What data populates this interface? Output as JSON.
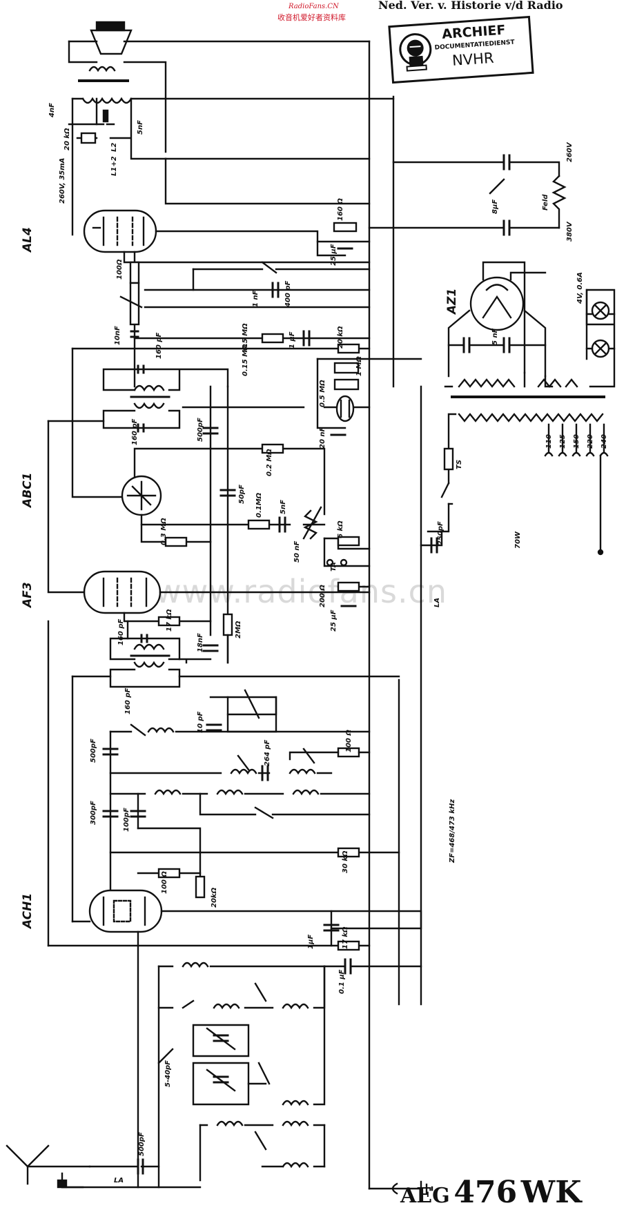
{
  "header": {
    "source_line1": "RadioFans.CN",
    "source_line2": "收音机爱好者资料库",
    "archive_title": "Ned. Ver. v. Historie v/d Radio"
  },
  "stamp": {
    "line1": "ARCHIEF",
    "line2": "DOCUMENTATIEDIENST",
    "line3": "NVHR"
  },
  "model": {
    "brand": "AEG",
    "number": "476",
    "suffix": "WK"
  },
  "watermark": "www.radiofans.cn",
  "tubes": [
    "AL4",
    "ABC1",
    "AF3",
    "ACH1",
    "AZ1"
  ],
  "labels": {
    "c_4nF": "4nF",
    "c_5nF": "5nF",
    "r_20k": "20 kΩ",
    "v_260_35": "260V, 35mA",
    "l2": "L2",
    "l1l2": "L1+2",
    "v_260": "260V",
    "c_8uF": "8µF",
    "feld": "Feld",
    "v_380": "380V",
    "r_160": "160 Ω",
    "c_25uF_a": "25 µF",
    "r_100": "100Ω",
    "c_1nF": "1 nF",
    "c_400pF": "400 pF",
    "c_10nF": "10nF",
    "r_05M_a": "0.5 MΩ",
    "c_1uF": "1 µF",
    "r_20k_b": "20 kΩ",
    "c_160pF_a": "160 pF",
    "r_015M": "0.15 MΩ",
    "r_1M": "1 MΩ",
    "r_05M_b": "0.5 MΩ",
    "c_20nF": "20 nF",
    "c_160pF_b": "160 pF",
    "c_500pF_a": "500pF",
    "r_02M": "0.2 MΩ",
    "c_50pF": "50pF",
    "r_01M": "0.1MΩ",
    "r_03M": "0.3 MΩ",
    "r_6k": "6 kΩ",
    "c_50nF": "50 nF",
    "ta": "TA",
    "r_200": "200 Ω",
    "c_25uF_b": "25 µF",
    "r_17k_a": "17 kΩ",
    "c_160pF_c": "160 pF",
    "c_18nF": "18nF",
    "r_2M": "2MΩ",
    "c_160pF_d": "160 pF",
    "c_10pF": "10 pF",
    "c_264pF": "264 pF",
    "r_100b": "100 Ω",
    "c_500pF_b": "500pF",
    "c_300pF": "300pF",
    "c_100pF": "100pF",
    "zf": "ZF=468/473 kHz",
    "r_30k": "30 kΩ",
    "r_100c": "100 Ω",
    "r_20k_c": "20kΩ",
    "c_1uF_b": "1µF",
    "r_17k_b": "17 kΩ",
    "c_01uF": "0.1 µF",
    "c_540pF": "5-40pF",
    "c_500pF_c": "500pF",
    "la_a": "LA",
    "la_b": "LA",
    "c_250pF": "250pF",
    "ts": "TS",
    "w70": "70W",
    "lamp": "4V, 0.6A",
    "tap_110": "110",
    "tap_125": "125",
    "tap_150": "150",
    "tap_220": "220",
    "tap_240": "240",
    "c_az_5nF": "5 nF"
  },
  "colors": {
    "ink": "#111111",
    "source_red": "#d0182a",
    "watermark": "#d9d9d9",
    "paper": "#ffffff"
  }
}
